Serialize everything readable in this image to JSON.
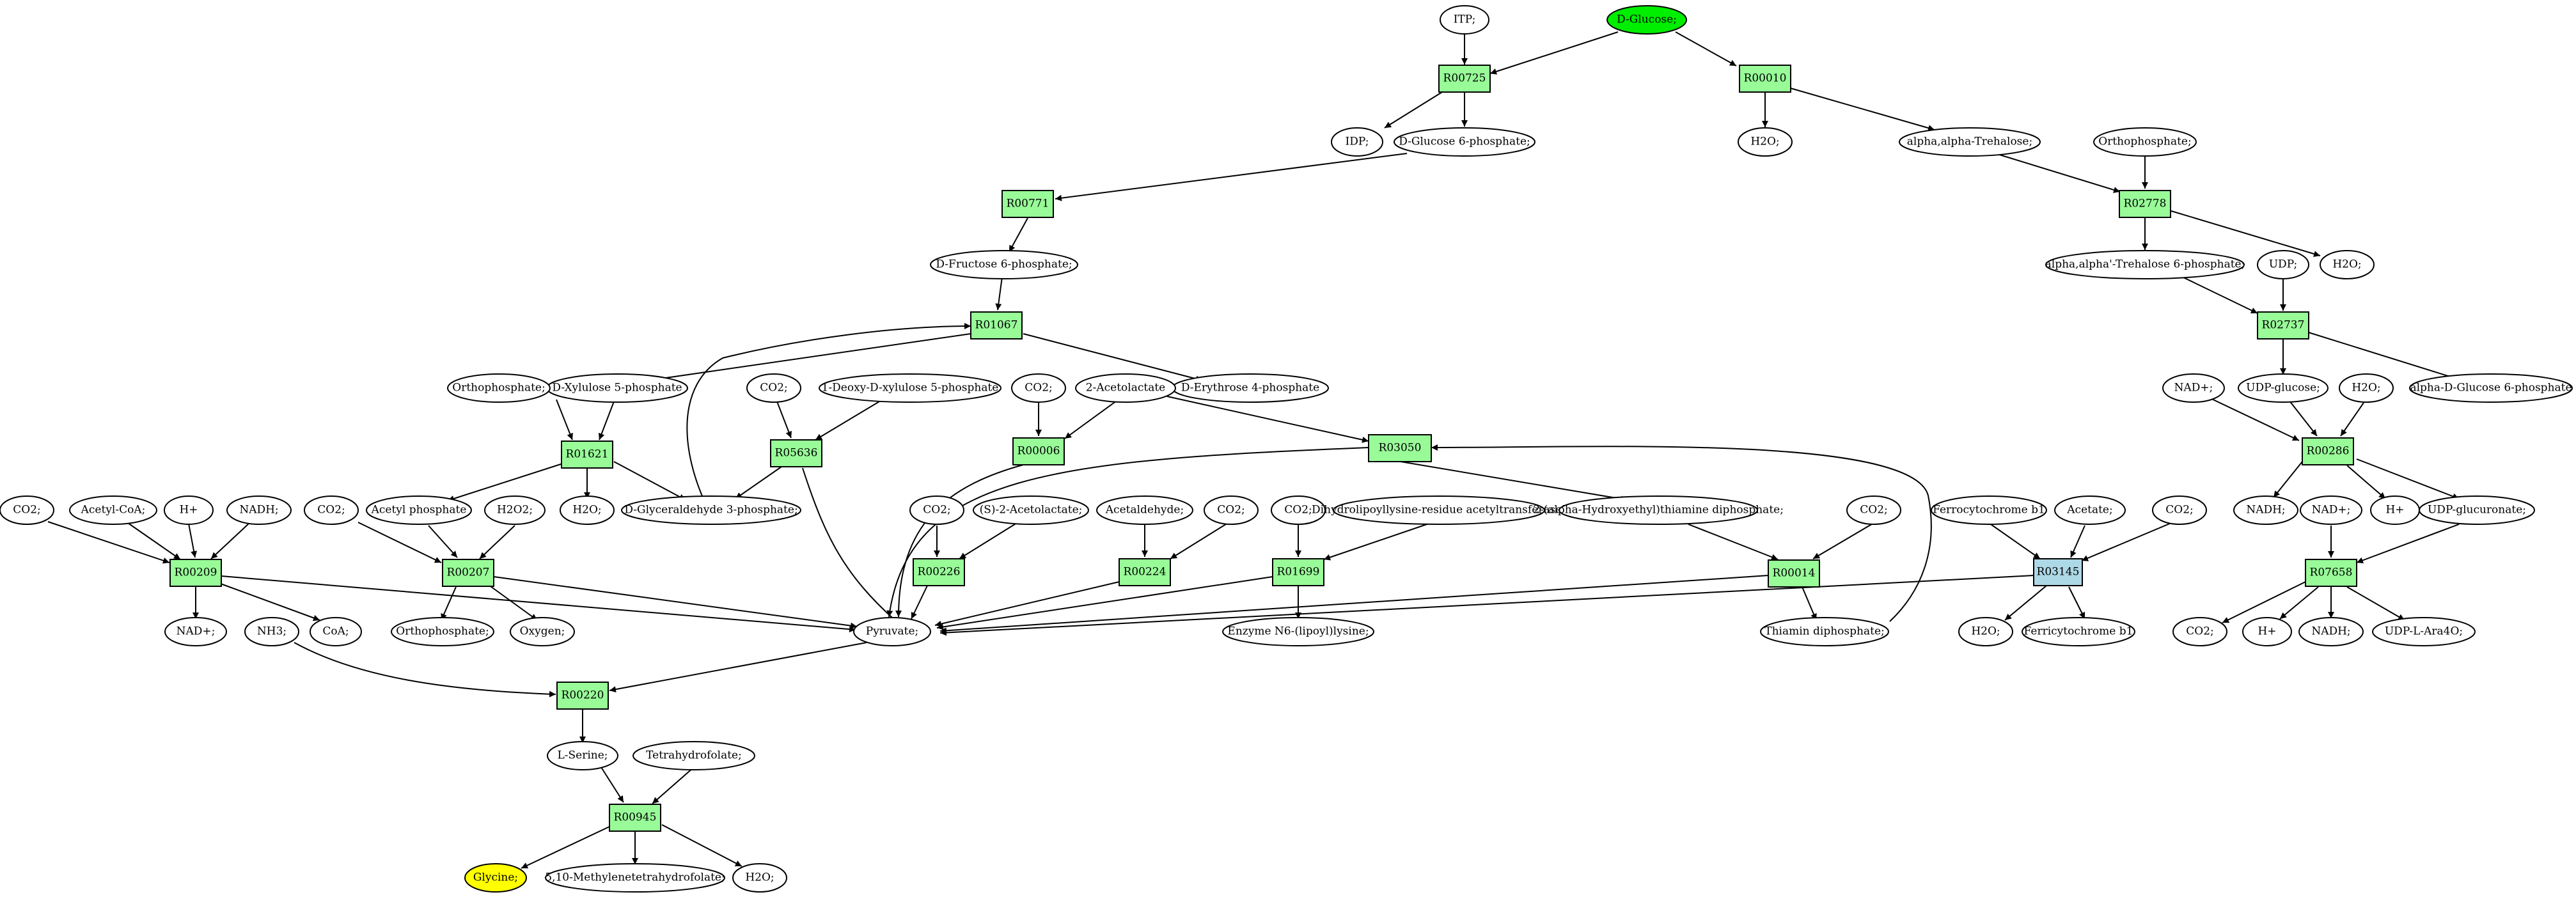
{
  "compounds": {
    "itp": "ITP;",
    "dglucose": "D-Glucose;",
    "idp": "IDP;",
    "g6p": "D-Glucose 6-phosphate;",
    "h2o_r00010": "H2O;",
    "trehalose": "alpha,alpha-Trehalose;",
    "orthophosphate_top": "Orthophosphate;",
    "f6p": "D-Fructose 6-phosphate;",
    "tre6p": "alpha,alpha'-Trehalose 6-phosphate;",
    "h2o_r02778": "H2O;",
    "udp": "UDP;",
    "xu5p": "D-Xylulose 5-phosphate",
    "e4p": "D-Erythrose 4-phosphate",
    "orthophosphate_left": "Orthophosphate;",
    "co2_r05636": "CO2;",
    "dxp": "1-Deoxy-D-xylulose 5-phosphate",
    "co2_r00006": "CO2;",
    "acetolactate": "2-Acetolactate",
    "udpglucose": "UDP-glucose;",
    "a_dglucose6p": "alpha-D-Glucose 6-phosphate",
    "nad_r00286": "NAD+;",
    "h2o_r00286": "H2O;",
    "co2_r00209": "CO2;",
    "acetylcoa": "Acetyl-CoA;",
    "hplus_r00209": "H+",
    "nadh_r00209": "NADH;",
    "co2_r00207": "CO2;",
    "acetylp": "Acetyl phosphate",
    "h2o2": "H2O2;",
    "h2o_r01621": "H2O;",
    "gap": "D-Glyceraldehyde 3-phosphate;",
    "co2_r00226": "CO2;",
    "s2acetolactate": "(S)-2-Acetolactate;",
    "acetaldehyde": "Acetaldehyde;",
    "co2_r00224": "CO2;",
    "co2_r01699": "CO2;",
    "dihydrolipoyl": "Dihydrolipoyllysine-residue acetyltransferase]",
    "hethdp": "2-(alpha-Hydroxyethyl)thiamine diphosphate;",
    "co2_r00014": "CO2;",
    "ferrocyt": "Ferrocytochrome b1",
    "acetate": "Acetate;",
    "co2_r03145": "CO2;",
    "nadh_r00286": "NADH;",
    "hplus_r00286": "H+",
    "nad_r07658": "NAD+;",
    "udpglucuronate": "UDP-glucuronate;",
    "nad_r00209": "NAD+;",
    "nh3": "NH3;",
    "coa": "CoA;",
    "orthophosphate_r00207": "Orthophosphate;",
    "oxygen": "Oxygen;",
    "pyruvate": "Pyruvate;",
    "lipoyllysine": "Enzyme N6-(lipoyl)lysine;",
    "thdp": "Thiamin diphosphate;",
    "h2o_r03145": "H2O;",
    "ferricyt": "Ferricytochrome b1",
    "co2_r07658": "CO2;",
    "hplus_r07658": "H+",
    "nadh_r07658": "NADH;",
    "udpara4o": "UDP-L-Ara4O;",
    "lserine": "L-Serine;",
    "thf": "Tetrahydrofolate;",
    "glycine": "Glycine;",
    "mthf": "5,10-Methylenetetrahydrofolate;",
    "h2o_r00945": "H2O;"
  },
  "reactions": {
    "r00725": "R00725",
    "r00010": "R00010",
    "r00771": "R00771",
    "r02778": "R02778",
    "r01067": "R01067",
    "r02737": "R02737",
    "r01621": "R01621",
    "r05636": "R05636",
    "r00006": "R00006",
    "r03050": "R03050",
    "r00286": "R00286",
    "r00209": "R00209",
    "r00207": "R00207",
    "r00226": "R00226",
    "r00224": "R00224",
    "r01699": "R01699",
    "r00014": "R00014",
    "r03145": "R03145",
    "r07658": "R07658",
    "r00220": "R00220",
    "r00945": "R00945"
  },
  "colors": {
    "reaction": "#98fb98",
    "reaction_highlight": "#add8e6",
    "start_compound": "#00ee00",
    "target_compound": "#ffff00"
  }
}
